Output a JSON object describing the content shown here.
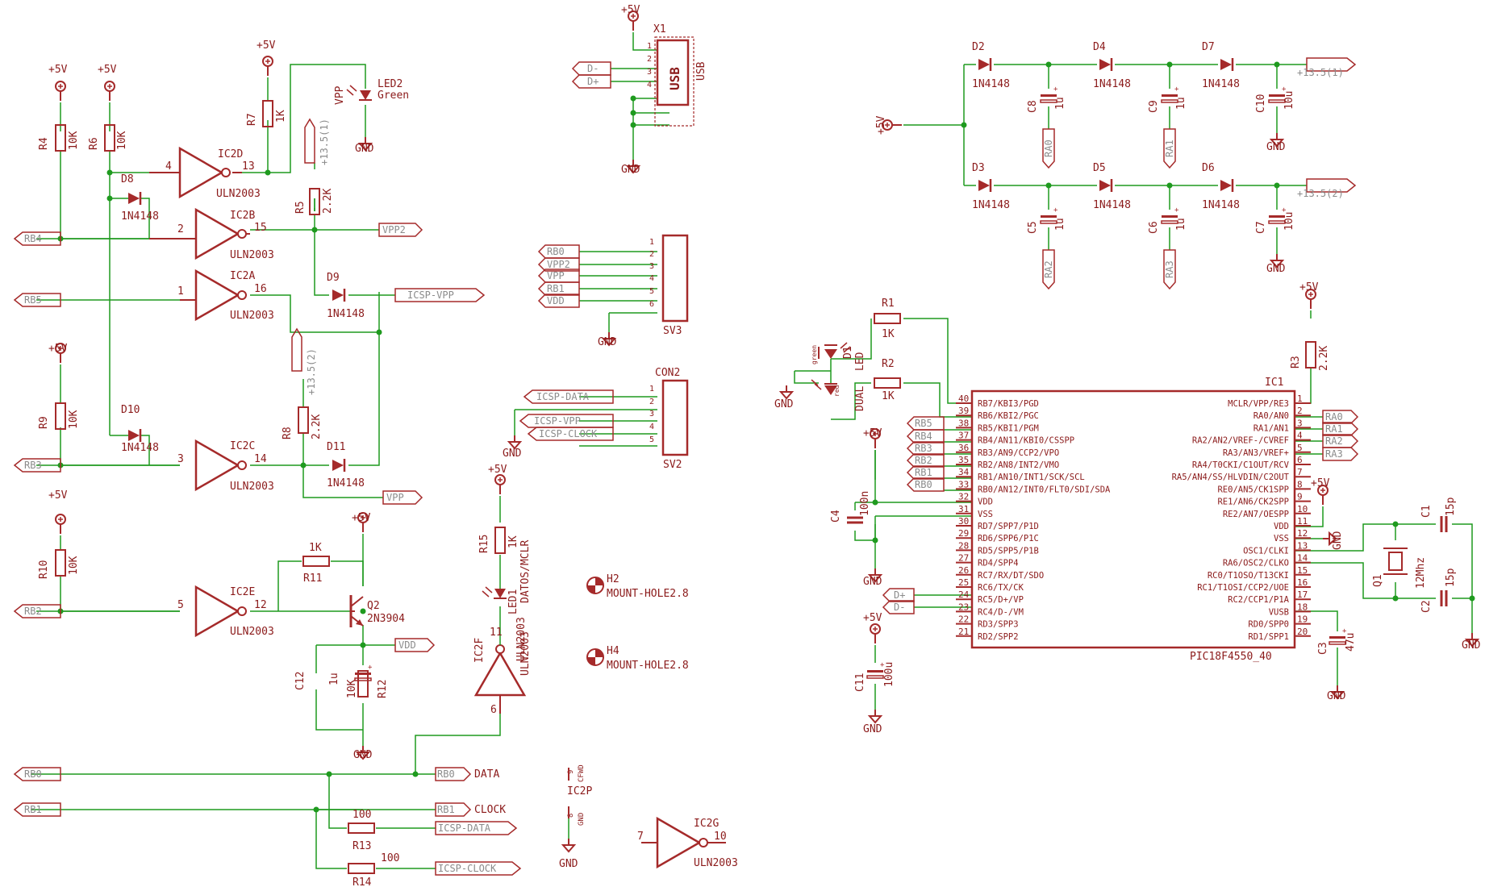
{
  "colors": {
    "wire": "#1f9a1f",
    "part": "#a52a2a",
    "text": "#8b1a1a",
    "bg": "#ffffff"
  },
  "ic2": {
    "d": {
      "name": "IC2D",
      "in": "4",
      "out": "13",
      "part": "ULN2003"
    },
    "b": {
      "name": "IC2B",
      "in": "2",
      "out": "15",
      "part": "ULN2003"
    },
    "a": {
      "name": "IC2A",
      "in": "1",
      "out": "16",
      "part": "ULN2003"
    },
    "c": {
      "name": "IC2C",
      "in": "3",
      "out": "14",
      "part": "ULN2003"
    },
    "e": {
      "name": "IC2E",
      "in": "5",
      "out": "12",
      "part": "ULN2003"
    },
    "f": {
      "name": "IC2F",
      "in": "6",
      "out": "11",
      "part": "ULN2003"
    },
    "g": {
      "name": "IC2G",
      "in": "7",
      "out": "10",
      "part": "ULN2003"
    },
    "p": {
      "name": "IC2P",
      "gnd": "GND",
      "cfwd": "CFWD",
      "pin": "8",
      "pin2": "9"
    }
  },
  "supplies": {
    "p5v": "+5V",
    "gnd": "GND",
    "v13_1": "+13.5(1)",
    "v13_2": "+13.5(2)"
  },
  "resistors": {
    "r4": {
      "name": "R4",
      "val": "10K"
    },
    "r6": {
      "name": "R6",
      "val": "10K"
    },
    "r7": {
      "name": "R7",
      "val": "1K"
    },
    "r5": {
      "name": "R5",
      "val": "2.2K"
    },
    "r9": {
      "name": "R9",
      "val": "10K"
    },
    "r8": {
      "name": "R8",
      "val": "2.2K"
    },
    "r10": {
      "name": "R10",
      "val": "10K"
    },
    "r11": {
      "name": "R11",
      "val": "1K"
    },
    "r12": {
      "name": "R12",
      "val": "10K"
    },
    "r15": {
      "name": "R15",
      "val": "1K"
    },
    "r13": {
      "name": "R13",
      "val": "100"
    },
    "r14": {
      "name": "R14",
      "val": "100"
    },
    "r1": {
      "name": "R1",
      "val": "1K"
    },
    "r2": {
      "name": "R2",
      "val": "1K"
    },
    "r3": {
      "name": "R3",
      "val": "2.2K"
    }
  },
  "diodes": {
    "d8": {
      "name": "D8",
      "val": "1N4148"
    },
    "d9": {
      "name": "D9",
      "val": "1N4148"
    },
    "d10": {
      "name": "D10",
      "val": "1N4148"
    },
    "d11": {
      "name": "D11",
      "val": "1N4148"
    },
    "d2": {
      "name": "D2",
      "val": "1N4148"
    },
    "d4": {
      "name": "D4",
      "val": "1N4148"
    },
    "d7": {
      "name": "D7",
      "val": "1N4148"
    },
    "d3": {
      "name": "D3",
      "val": "1N4148"
    },
    "d5": {
      "name": "D5",
      "val": "1N4148"
    },
    "d6": {
      "name": "D6",
      "val": "1N4148"
    }
  },
  "caps": {
    "c8": {
      "name": "C8",
      "val": "1u"
    },
    "c9": {
      "name": "C9",
      "val": "1u"
    },
    "c10": {
      "name": "C10",
      "val": "10u"
    },
    "c5": {
      "name": "C5",
      "val": "1u"
    },
    "c6": {
      "name": "C6",
      "val": "1u"
    },
    "c7": {
      "name": "C7",
      "val": "10u"
    },
    "c12": {
      "name": "C12",
      "val": "1u"
    },
    "c4": {
      "name": "C4",
      "val": "100n"
    },
    "c11": {
      "name": "C11",
      "val": "100u"
    },
    "c3": {
      "name": "C3",
      "val": "47u"
    },
    "c1": {
      "name": "C1",
      "val": "15p"
    },
    "c2": {
      "name": "C2",
      "val": "15p"
    }
  },
  "leds": {
    "led2": {
      "name": "LED2",
      "color": "Green",
      "sig": "VPP"
    },
    "led1": {
      "name": "LED1",
      "note": "DATOS/MCLR",
      "uln": "ULN2003"
    },
    "d1": {
      "name": "D1",
      "type": "LED",
      "type2": "DUAL",
      "green": "green",
      "red": "red"
    }
  },
  "q2": {
    "name": "Q2",
    "part": "2N3904"
  },
  "q1": {
    "name": "Q1",
    "val": "12Mhz"
  },
  "holes": {
    "h2": "H2",
    "h4": "H4",
    "val": "MOUNT-HOLE2.8"
  },
  "labels": {
    "rb4": "RB4",
    "rb5": "RB5",
    "rb3": "RB3",
    "rb2": "RB2",
    "rb0": "RB0",
    "rb1": "RB1",
    "vpp2": "VPP2",
    "vpp": "VPP",
    "vdd": "VDD",
    "icsp_vpp": "ICSP-VPP",
    "icsp_data": "ICSP-DATA",
    "icsp_clock": "ICSP-CLOCK",
    "data": "DATA",
    "clock": "CLOCK",
    "dplus": "D+",
    "dminus": "D-",
    "ra0": "RA0",
    "ra1": "RA1",
    "ra2": "RA2",
    "ra3": "RA3"
  },
  "usb": {
    "name": "X1",
    "label": "USB",
    "label2": "USB",
    "pins": [
      "1",
      "2",
      "3",
      "4"
    ]
  },
  "sv3": {
    "name": "SV3",
    "labels": [
      "RB0",
      "VPP2",
      "VPP",
      "RB1",
      "VDD"
    ],
    "pins": [
      "1",
      "2",
      "3",
      "4",
      "5",
      "6"
    ]
  },
  "sv2": {
    "name": "SV2",
    "title": "CON2",
    "labels": [
      "ICSP-DATA",
      "ICSP-VPP",
      "ICSP-CLOCK"
    ],
    "pins": [
      "1",
      "2",
      "3",
      "4",
      "5"
    ]
  },
  "pic": {
    "name": "IC1",
    "part": "PIC18F4550_40",
    "left": [
      {
        "num": "40",
        "txt": "RB7/KBI3/PGD"
      },
      {
        "num": "39",
        "txt": "RB6/KBI2/PGC"
      },
      {
        "num": "38",
        "txt": "RB5/KBI1/PGM"
      },
      {
        "num": "37",
        "txt": "RB4/AN11/KBI0/CSSPP"
      },
      {
        "num": "36",
        "txt": "RB3/AN9/CCP2/VPO"
      },
      {
        "num": "35",
        "txt": "RB2/AN8/INT2/VMO"
      },
      {
        "num": "34",
        "txt": "RB1/AN10/INT1/SCK/SCL"
      },
      {
        "num": "33",
        "txt": "RB0/AN12/INT0/FLT0/SDI/SDA"
      },
      {
        "num": "32",
        "txt": "VDD"
      },
      {
        "num": "31",
        "txt": "VSS"
      },
      {
        "num": "30",
        "txt": "RD7/SPP7/P1D"
      },
      {
        "num": "29",
        "txt": "RD6/SPP6/P1C"
      },
      {
        "num": "28",
        "txt": "RD5/SPP5/P1B"
      },
      {
        "num": "27",
        "txt": "RD4/SPP4"
      },
      {
        "num": "26",
        "txt": "RC7/RX/DT/SDO"
      },
      {
        "num": "25",
        "txt": "RC6/TX/CK"
      },
      {
        "num": "24",
        "txt": "RC5/D+/VP"
      },
      {
        "num": "23",
        "txt": "RC4/D-/VM"
      },
      {
        "num": "22",
        "txt": "RD3/SPP3"
      },
      {
        "num": "21",
        "txt": "RD2/SPP2"
      }
    ],
    "right": [
      {
        "num": "1",
        "txt": "MCLR/VPP/RE3"
      },
      {
        "num": "2",
        "txt": "RA0/AN0"
      },
      {
        "num": "3",
        "txt": "RA1/AN1"
      },
      {
        "num": "4",
        "txt": "RA2/AN2/VREF-/CVREF"
      },
      {
        "num": "5",
        "txt": "RA3/AN3/VREF+"
      },
      {
        "num": "6",
        "txt": "RA4/T0CKI/C1OUT/RCV"
      },
      {
        "num": "7",
        "txt": "RA5/AN4/SS/HLVDIN/C2OUT"
      },
      {
        "num": "8",
        "txt": "RE0/AN5/CK1SPP"
      },
      {
        "num": "9",
        "txt": "RE1/AN6/CK2SPP"
      },
      {
        "num": "10",
        "txt": "RE2/AN7/OESPP"
      },
      {
        "num": "11",
        "txt": "VDD"
      },
      {
        "num": "12",
        "txt": "VSS"
      },
      {
        "num": "13",
        "txt": "OSC1/CLKI"
      },
      {
        "num": "14",
        "txt": "RA6/OSC2/CLKO"
      },
      {
        "num": "15",
        "txt": "RC0/T1OSO/T13CKI"
      },
      {
        "num": "16",
        "txt": "RC1/T1OSI/CCP2/UOE"
      },
      {
        "num": "17",
        "txt": "RC2/CCP1/P1A"
      },
      {
        "num": "18",
        "txt": "VUSB"
      },
      {
        "num": "19",
        "txt": "RD0/SPP0"
      },
      {
        "num": "20",
        "txt": "RD1/SPP1"
      }
    ]
  }
}
